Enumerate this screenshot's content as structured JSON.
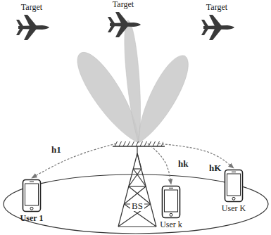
{
  "diagram": {
    "nodes": [
      {
        "text": [
          "Target"
        ]
      },
      {
        "text": [
          "Target"
        ]
      },
      {
        "text": [
          "Target"
        ]
      },
      {
        "text": [
          "BS"
        ]
      },
      {
        "text": [
          "User 1"
        ]
      },
      {
        "text": [
          "User k"
        ]
      },
      {
        "text": [
          "User K"
        ]
      }
    ],
    "edges": [
      {
        "from": 3,
        "to": 4,
        "label": "h1",
        "arrow": "to"
      },
      {
        "from": 3,
        "to": 5,
        "label": "hk",
        "arrow": "to"
      },
      {
        "from": 3,
        "to": 6,
        "label": "hK",
        "arrow": "to"
      }
    ]
  }
}
